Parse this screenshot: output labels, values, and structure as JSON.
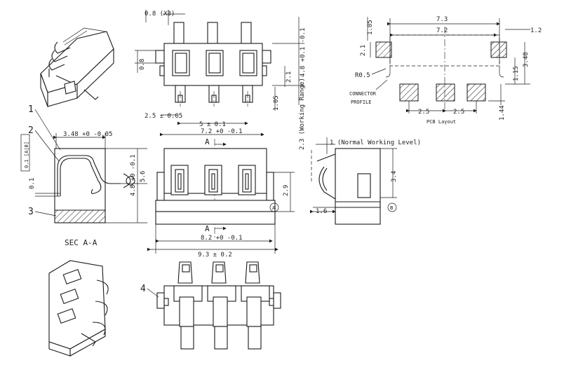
{
  "top_view": {
    "pitch_x3": "0.8 (X3)",
    "tab_height": "0.8",
    "pin_pitch": "2.5 ± 0.05",
    "pin_span": "5 ± 0.1",
    "height_range": "4.8 +0.1 -0.1",
    "side_offset": "2.1",
    "side_height": "1.05",
    "working_range": "2.3 (Working Range)"
  },
  "pcb": {
    "width_total": "7.3",
    "width_pads": "7.2",
    "left_h": "1.05",
    "left_pad": "2.1",
    "right_w": "1.2",
    "right_h1": "1.15",
    "right_h2": "3.48",
    "bottom_h": "1.44",
    "radius": "R0.5",
    "pitch_a": "2.5",
    "pitch_b": "2.5",
    "connector_label_1": "CONNECTOR",
    "connector_label_2": "PROFILE",
    "caption": "PCB Layout"
  },
  "section": {
    "title": "SEC A-A",
    "width": "3.48 +0 -0.05",
    "tolerance": "0.1 [A|B]",
    "height": "4.8 +0 -0.1",
    "height2": "5.6",
    "label_1": "1",
    "label_2": "2",
    "label_3": "3"
  },
  "front_view": {
    "top_width": "7.2 +0 -0.1",
    "mid_width": "8.2 +0 -0.1",
    "total_width": "9.3 ± 0.2",
    "height": "2.9",
    "section_mark_top": "A",
    "section_mark_bottom": "A",
    "datum": "A"
  },
  "side_view": {
    "normal_working": "1 (Normal Working Level)",
    "height": "3.4",
    "depth": "1.6",
    "datum": "B"
  },
  "bottom_view": {
    "label_4": "4"
  }
}
